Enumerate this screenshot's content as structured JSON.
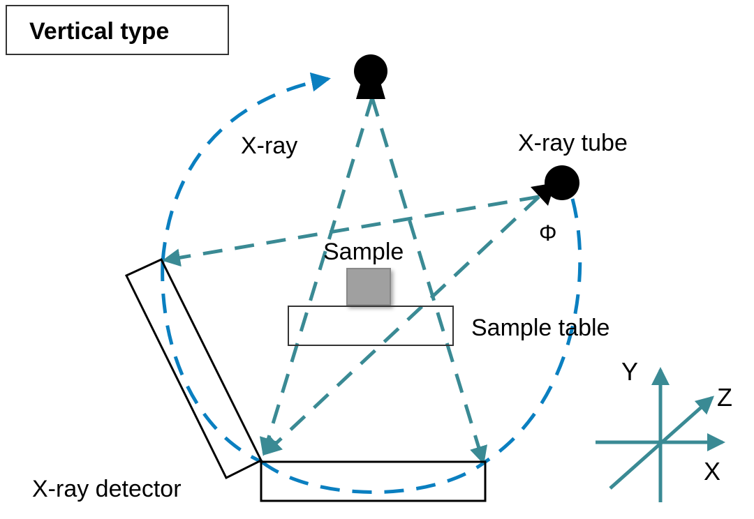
{
  "title": "Vertical type",
  "labels": {
    "xray": "X-ray",
    "xray_tube": "X-ray tube",
    "phi": "Φ",
    "sample": "Sample",
    "sample_table": "Sample table",
    "xray_detector": "X-ray detector",
    "axis_x": "X",
    "axis_y": "Y",
    "axis_z": "Z"
  },
  "colors": {
    "beam": "#3a8a94",
    "rotation_arc": "#0a7fc0",
    "sample": "#a0a0a0",
    "outline": "#000000"
  }
}
